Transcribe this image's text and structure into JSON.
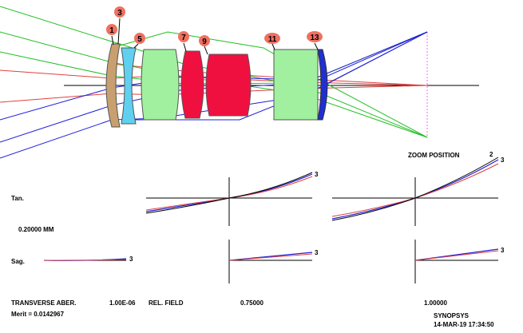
{
  "surface_tags": [
    "1",
    "3",
    "5",
    "7",
    "9",
    "11",
    "13"
  ],
  "zoom_position_label": "ZOOM POSITION",
  "zoom_position_value": "2",
  "fan_labels": {
    "tan": "Tan.",
    "sag": "Sag."
  },
  "curve_number": "3",
  "scale": "0.20000   MM",
  "footer": {
    "aberration_type": "TRANSVERSE ABER.",
    "wavelength_value": "1.00E-06",
    "field_label": "REL. FIELD",
    "field_1": "0.75000",
    "field_2": "1.00000",
    "merit": "Merit = 0.0142967",
    "program": "SYNOPSYS",
    "date_time": "14-MAR-19   17:34:50"
  },
  "colors": {
    "ray_blue": "#2020d8",
    "ray_green": "#22c022",
    "ray_red": "#e04040",
    "lens_tan": "#c8a070",
    "lens_cyan": "#60d0f0",
    "lens_lightgreen": "#a0f0a0",
    "lens_crimson": "#f01040",
    "lens_blue": "#2030d0",
    "tag_fill": "#f07060",
    "image_plane": "#ff60ff"
  }
}
